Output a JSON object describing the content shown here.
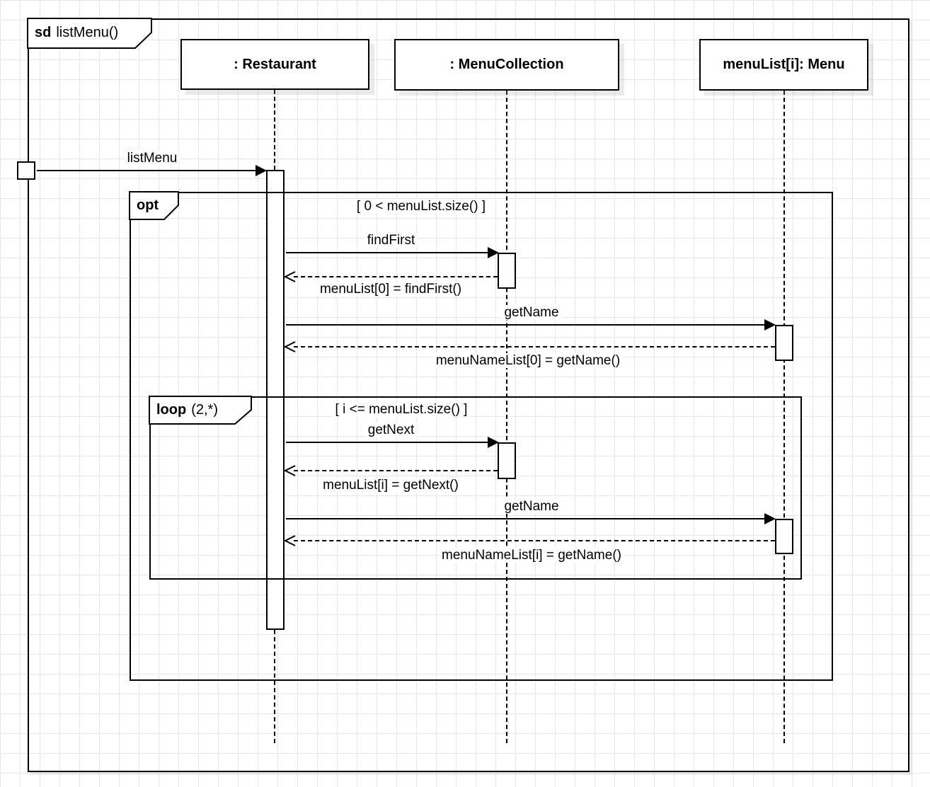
{
  "colors": {
    "line": "#000000",
    "background": "#ffffff",
    "grid": "#e6e6e6",
    "shape_fill": "#ffffff"
  },
  "frame": {
    "keyword": "sd",
    "title": "listMenu()"
  },
  "lifelines": [
    {
      "label": ": Restaurant"
    },
    {
      "label": ": MenuCollection"
    },
    {
      "label": "menuList[i]: Menu"
    }
  ],
  "fragments": {
    "opt": {
      "operator": "opt",
      "guard": "[ 0 < menuList.size() ]"
    },
    "loop": {
      "operator": "loop",
      "parameter": "(2,*)",
      "guard": "[ i <= menuList.size() ]"
    }
  },
  "messages": [
    {
      "name": "listMenu",
      "label": "listMenu",
      "kind": "sync"
    },
    {
      "name": "findFirst",
      "label": "findFirst",
      "kind": "sync"
    },
    {
      "name": "return-findFirst",
      "label": "menuList[0] = findFirst()",
      "kind": "return"
    },
    {
      "name": "getName-first",
      "label": "getName",
      "kind": "sync"
    },
    {
      "name": "return-getName-first",
      "label": "menuNameList[0] = getName()",
      "kind": "return"
    },
    {
      "name": "getNext",
      "label": "getNext",
      "kind": "sync"
    },
    {
      "name": "return-getNext",
      "label": "menuList[i] = getNext()",
      "kind": "return"
    },
    {
      "name": "getName-loop",
      "label": "getName",
      "kind": "sync"
    },
    {
      "name": "return-getName-loop",
      "label": "menuNameList[i] = getName()",
      "kind": "return"
    }
  ]
}
